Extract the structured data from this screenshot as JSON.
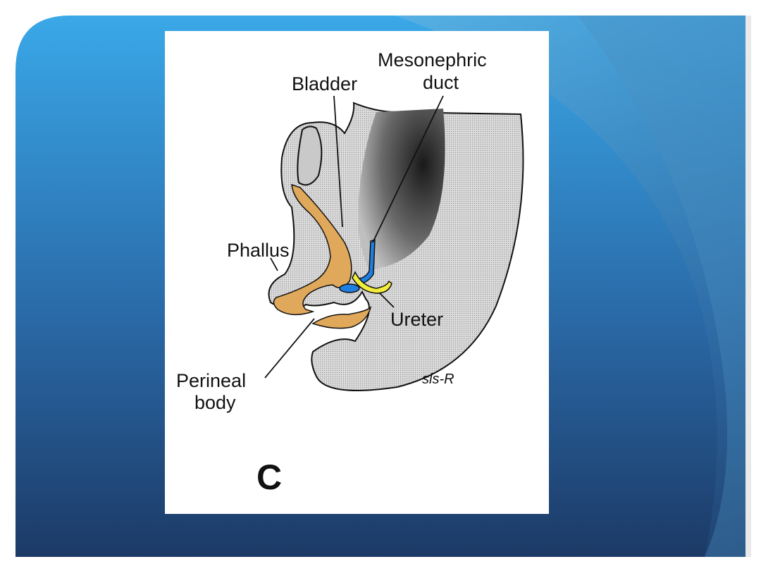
{
  "figure": {
    "labels": {
      "mesonephric_line1": "Mesonephric",
      "mesonephric_line2": "duct",
      "bladder": "Bladder",
      "phallus": "Phallus",
      "ureter": "Ureter",
      "perineal_line1": "Perineal",
      "perineal_line2": "body",
      "signature": "sls-R",
      "panel_letter": "C"
    },
    "colors": {
      "slide_top": "#3aa8e8",
      "slide_bottom": "#1c3a66",
      "tissue_gray": "#d6d6d6",
      "urogenital_orange": "#e0a85a",
      "duct_blue": "#1e7fe0",
      "ureter_yellow": "#f2ec3a"
    }
  }
}
